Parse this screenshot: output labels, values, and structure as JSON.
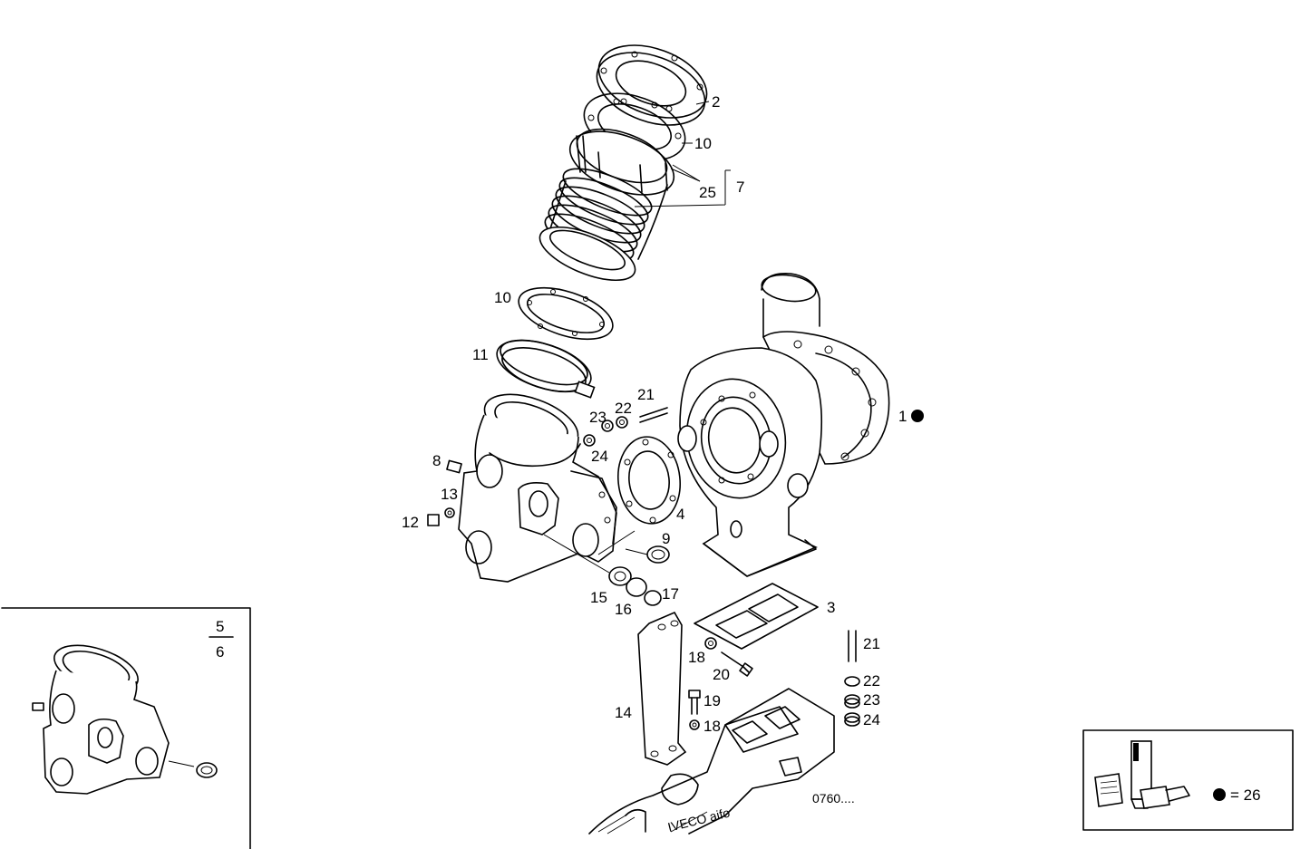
{
  "labels": {
    "l1": "1",
    "l2": "2",
    "l3": "3",
    "l4": "4",
    "l7": "7",
    "l8": "8",
    "l9": "9",
    "l10a": "10",
    "l10b": "10",
    "l11": "11",
    "l12": "12",
    "l13": "13",
    "l14": "14",
    "l15": "15",
    "l16": "16",
    "l17": "17",
    "l18a": "18",
    "l18b": "18",
    "l19": "19",
    "l20": "20",
    "l21a": "21",
    "l21b": "21",
    "l22a": "22",
    "l22b": "22",
    "l23a": "23",
    "l23b": "23",
    "l24a": "24",
    "l24b": "24",
    "l25": "25"
  },
  "inset": {
    "variant_top": "5",
    "variant_bottom": "6"
  },
  "legend": {
    "equals_text": "= 26"
  },
  "drawing_code": "0760....",
  "engine_mark": "IVECO aifo"
}
